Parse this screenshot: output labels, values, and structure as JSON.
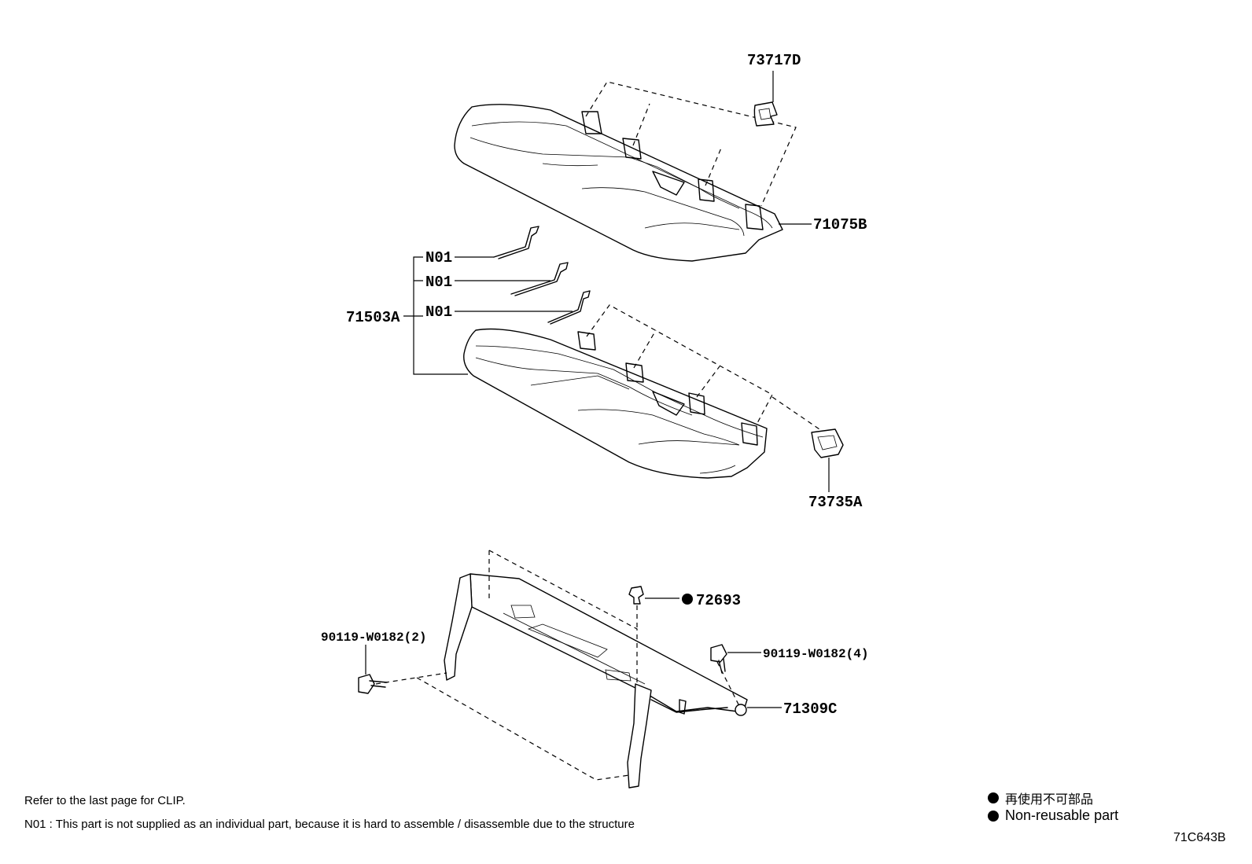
{
  "callouts": {
    "c73717D": "73717D",
    "c71075B": "71075B",
    "c71503A": "71503A",
    "n01a": "N01",
    "n01b": "N01",
    "n01c": "N01",
    "c73735A": "73735A",
    "c72693": "72693",
    "c90119_2": "90119-W0182(2)",
    "c90119_4": "90119-W0182(4)",
    "c71309C": "71309C"
  },
  "notes": {
    "clip": "Refer to the last page for CLIP.",
    "n01": "N01 : This part is not supplied as an individual part, because it is hard to assemble / disassemble due to the structure"
  },
  "legend": {
    "jp": "再使用不可部品",
    "en": "Non-reusable part"
  },
  "figure_code": "71C643B",
  "colors": {
    "ink": "#000000",
    "paper": "#ffffff"
  }
}
